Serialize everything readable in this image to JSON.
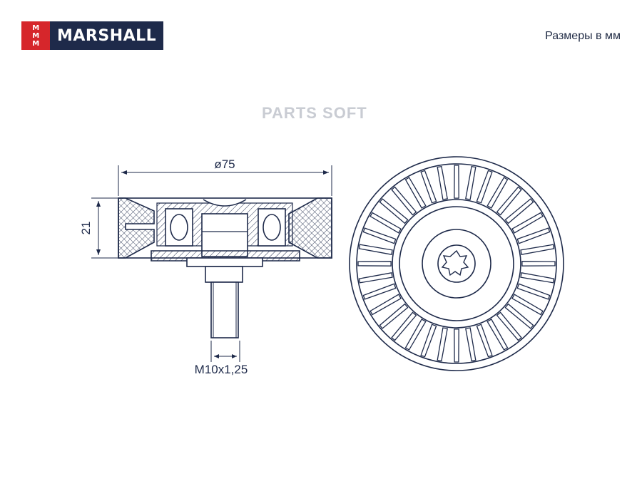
{
  "brand": {
    "logo_mark_lines": [
      "M",
      "M",
      "M"
    ],
    "name": "MARSHALL",
    "mark_color": "#d6262b",
    "name_bg_color": "#1e2a4a"
  },
  "units_note": "Размеры в мм",
  "watermark": "PARTS SOFT",
  "drawing": {
    "line_color": "#1e2a4a",
    "dimension_diameter": "ø75",
    "dimension_height": "21",
    "dimension_thread": "M10x1,25"
  }
}
